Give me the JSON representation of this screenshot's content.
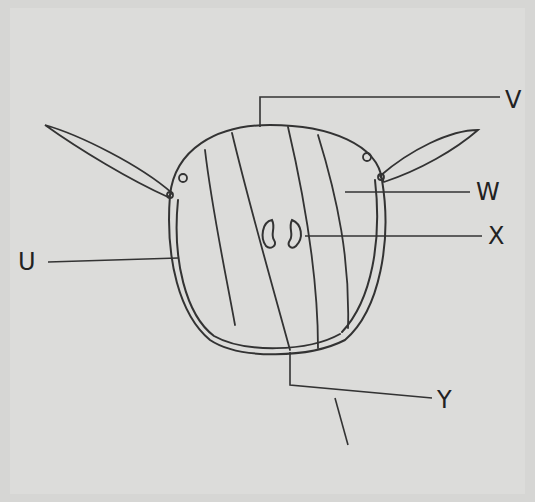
{
  "diagram": {
    "labels": [
      "V",
      "W",
      "X",
      "U",
      "Y"
    ]
  }
}
